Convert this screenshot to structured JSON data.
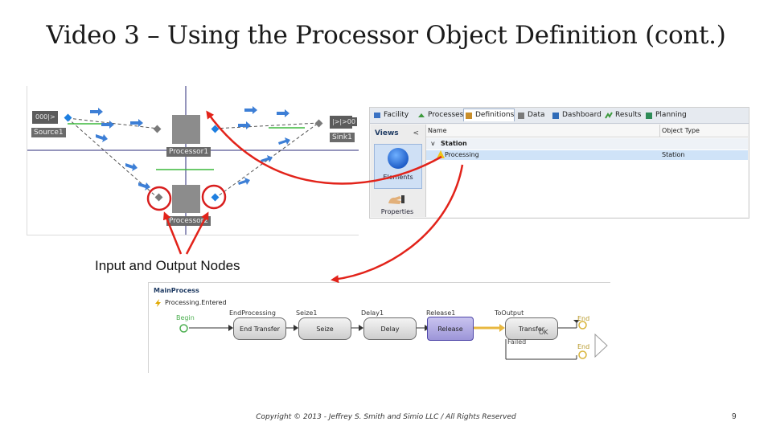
{
  "slide": {
    "title": "Video 3 – Using the Processor Object Definition (cont.)",
    "caption": "Input and Output Nodes",
    "footer": "Copyright © 2013 - Jeffrey S. Smith and Simio LLC / All Rights Reserved",
    "page_number": "9"
  },
  "facility": {
    "source_label": "Source1",
    "sink_label": "Sink1",
    "processor1_label": "Processor1",
    "processor2_label": "Processor2",
    "source_readout": "000|>",
    "sink_readout": "|>|>00"
  },
  "definitions": {
    "tabs": [
      {
        "label": "Facility",
        "icon": "facility-icon"
      },
      {
        "label": "Processes",
        "icon": "processes-icon"
      },
      {
        "label": "Definitions",
        "icon": "definitions-icon"
      },
      {
        "label": "Data",
        "icon": "data-icon"
      },
      {
        "label": "Dashboard",
        "icon": "dashboard-icon"
      },
      {
        "label": "Results",
        "icon": "results-icon"
      },
      {
        "label": "Planning",
        "icon": "planning-icon"
      }
    ],
    "active_tab": "Definitions",
    "views_label": "Views",
    "views_chevron": "<",
    "elements_label": "Elements",
    "properties_label": "Properties",
    "columns": {
      "name": "Name",
      "type": "Object Type"
    },
    "group_expander": "v",
    "group": "Station",
    "row": {
      "name": "Processing",
      "type": "Station"
    }
  },
  "process": {
    "title": "MainProcess",
    "trigger": "Processing.Entered",
    "begin_label": "Begin",
    "steps": [
      {
        "top": "EndProcessing",
        "box": "End Transfer"
      },
      {
        "top": "Seize1",
        "box": "Seize"
      },
      {
        "top": "Delay1",
        "box": "Delay"
      },
      {
        "top": "Release1",
        "box": "Release"
      },
      {
        "top": "ToOutput",
        "box": "Transfer"
      }
    ],
    "ok_label": "OK",
    "failed_label": "Failed",
    "end_label_1": "End",
    "end_label_2": "End"
  },
  "colors": {
    "arrow_red": "#e2231a",
    "highlight_circle": "#d81e1e",
    "node_blue": "#1e7fe0",
    "processor_gray": "#8c8c8c",
    "axis_navy": "#2b2b7a",
    "path_green": "#3cb83c",
    "end_gold": "#d8b43a",
    "begin_green": "#4caf50"
  }
}
